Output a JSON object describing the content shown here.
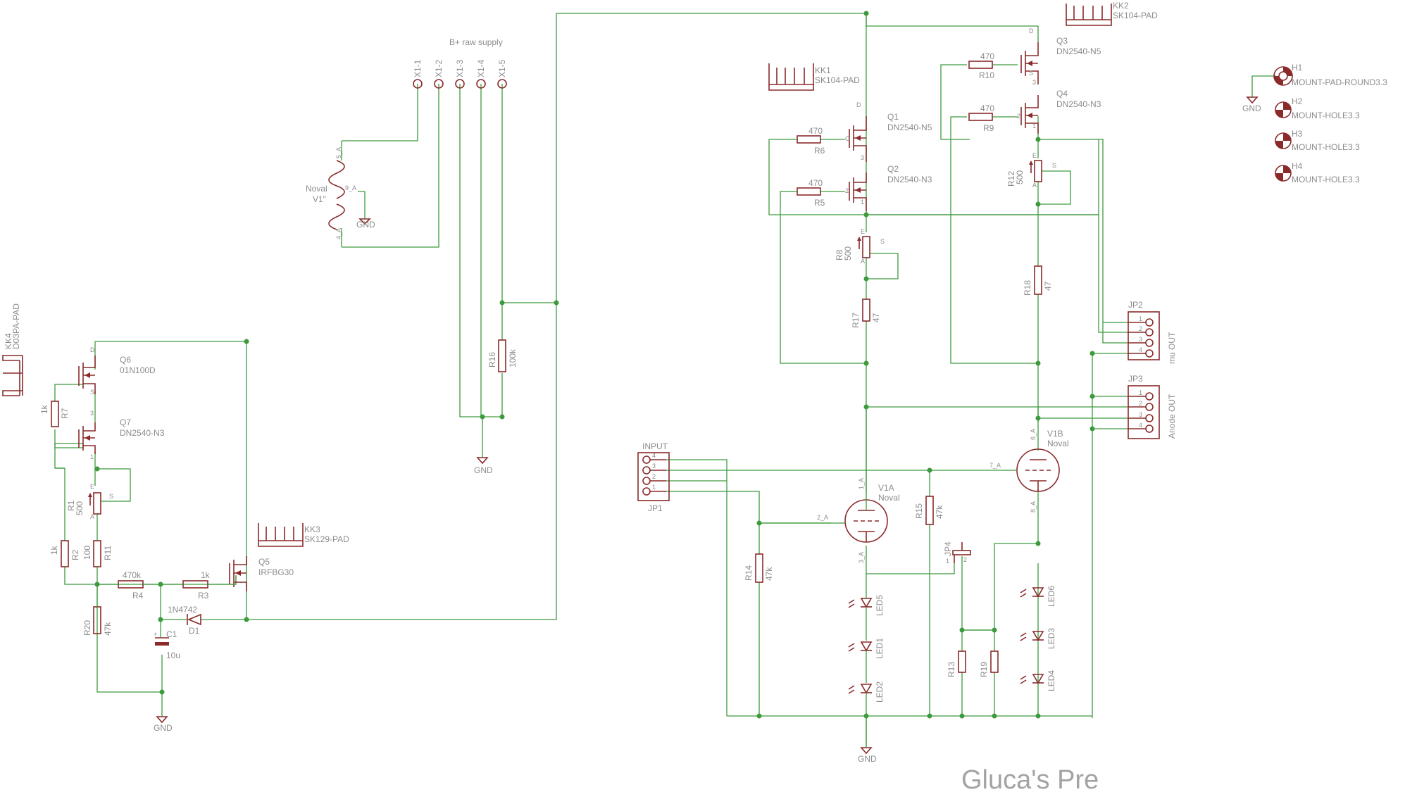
{
  "title": "Gluca's Pre",
  "supply": {
    "label": "B+ raw supply",
    "pins": [
      "X1-1",
      "X1-2",
      "X1-3",
      "X1-4",
      "X1-5"
    ]
  },
  "heater_tube": {
    "name": "Noval",
    "ref": "V1\"",
    "pin_top": "5_A",
    "pin_mid": "9_A",
    "pin_bot": "4_A"
  },
  "gnd": "GND",
  "heatsinks": {
    "kk1": {
      "ref": "KK1",
      "value": "SK104-PAD"
    },
    "kk2": {
      "ref": "KK2",
      "value": "SK104-PAD"
    },
    "kk3": {
      "ref": "KK3",
      "value": "SK129-PAD"
    },
    "kk4": {
      "ref": "KK4",
      "value": "D03PA-PAD"
    }
  },
  "transistors": {
    "q1": {
      "ref": "Q1",
      "value": "DN2540-N5"
    },
    "q2": {
      "ref": "Q2",
      "value": "DN2540-N3"
    },
    "q3": {
      "ref": "Q3",
      "value": "DN2540-N5"
    },
    "q4": {
      "ref": "Q4",
      "value": "DN2540-N3"
    },
    "q5": {
      "ref": "Q5",
      "value": "IRFBG30"
    },
    "q6": {
      "ref": "Q6",
      "value": "01N100D"
    },
    "q7": {
      "ref": "Q7",
      "value": "DN2540-N3"
    }
  },
  "pin_marks": {
    "d": "D",
    "g": "G",
    "s": "S",
    "e": "E",
    "a": "A",
    "n1": "1",
    "n2": "2",
    "n3": "3",
    "n4": "4",
    "n5": "5"
  },
  "resistors": {
    "r1": {
      "ref": "R1",
      "value": "500"
    },
    "r2": {
      "ref": "R2",
      "value": "1k"
    },
    "r3": {
      "ref": "R3",
      "value": "1k"
    },
    "r4": {
      "ref": "R4",
      "value": "470k"
    },
    "r5": {
      "ref": "R5",
      "value": "470"
    },
    "r6": {
      "ref": "R6",
      "value": "470"
    },
    "r7": {
      "ref": "R7",
      "value": "1k"
    },
    "r8": {
      "ref": "R8",
      "value": "500"
    },
    "r9": {
      "ref": "R9",
      "value": "470"
    },
    "r10": {
      "ref": "R10",
      "value": "470"
    },
    "r11": {
      "ref": "R11",
      "value": "100"
    },
    "r12": {
      "ref": "R12",
      "value": "500"
    },
    "r13": {
      "ref": "R13",
      "value": ""
    },
    "r14": {
      "ref": "R14",
      "value": "47k"
    },
    "r15": {
      "ref": "R15",
      "value": "47k"
    },
    "r16": {
      "ref": "R16",
      "value": "100k"
    },
    "r17": {
      "ref": "R17",
      "value": "47"
    },
    "r18": {
      "ref": "R18",
      "value": "47"
    },
    "r19": {
      "ref": "R19",
      "value": ""
    },
    "r20": {
      "ref": "R20",
      "value": "47k"
    }
  },
  "capacitor": {
    "ref": "C1",
    "value": "10u"
  },
  "diode": {
    "ref": "D1",
    "value": "1N4742"
  },
  "leds": [
    "LED1",
    "LED2",
    "LED3",
    "LED4",
    "LED5",
    "LED6"
  ],
  "tubes": {
    "v1a": {
      "ref": "V1A",
      "value": "Noval",
      "p1": "1_A",
      "p2": "2_A",
      "p3": "3_A"
    },
    "v1b": {
      "ref": "V1B",
      "value": "Noval",
      "p6": "6_A",
      "p7": "7_A",
      "p8": "8_A"
    }
  },
  "connectors": {
    "jp1": {
      "ref": "JP1",
      "label": "INPUT"
    },
    "jp2": {
      "ref": "JP2",
      "label": "mu OUT"
    },
    "jp3": {
      "ref": "JP3",
      "label": "Anode OUT"
    },
    "jp4": {
      "ref": "JP4"
    }
  },
  "mounting": [
    {
      "ref": "H1",
      "value": "MOUNT-PAD-ROUND3.3"
    },
    {
      "ref": "H2",
      "value": "MOUNT-HOLE3.3"
    },
    {
      "ref": "H3",
      "value": "MOUNT-HOLE3.3"
    },
    {
      "ref": "H4",
      "value": "MOUNT-HOLE3.3"
    }
  ],
  "colors": {
    "wire": "#3d9a3d",
    "symbol": "#8a2a2a",
    "text": "#8c8c8c",
    "background": "#ffffff"
  }
}
